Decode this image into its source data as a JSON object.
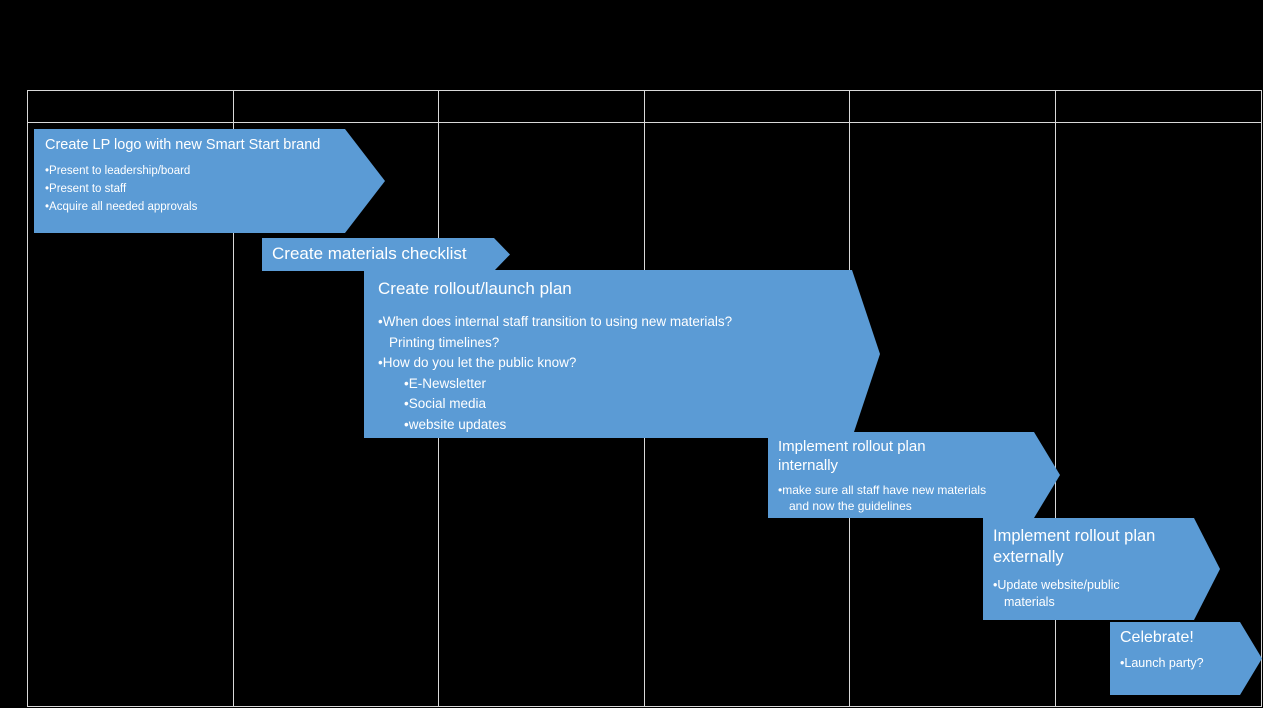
{
  "slide": {
    "background": "#000000"
  },
  "colors": {
    "arrow_fill": "#5B9BD5",
    "arrow_text": "#FFFFFF",
    "grid_line": "#D9D9D9"
  },
  "table": {
    "columns": 6,
    "header_labels": [
      "",
      "",
      "",
      "",
      "",
      ""
    ]
  },
  "tasks": [
    {
      "title": "Create LP logo with new Smart Start brand",
      "bullets": [
        "Present to leadership/board",
        "Present to staff",
        "Acquire all needed approvals"
      ]
    },
    {
      "title": "Create materials checklist",
      "bullets": []
    },
    {
      "title": "Create rollout/launch plan",
      "bullets": [
        "When does internal staff transition to using new materials?",
        "Printing timelines?",
        "How do you let the public know?",
        "E-Newsletter",
        "Social media",
        "website updates"
      ]
    },
    {
      "title": "Implement rollout plan internally",
      "bullets": [
        "make sure all staff have new materials and now the guidelines"
      ]
    },
    {
      "title": "Implement rollout plan externally",
      "bullets": [
        "Update website/public materials"
      ]
    },
    {
      "title": "Celebrate!",
      "bullets": [
        "Launch party?"
      ]
    }
  ]
}
